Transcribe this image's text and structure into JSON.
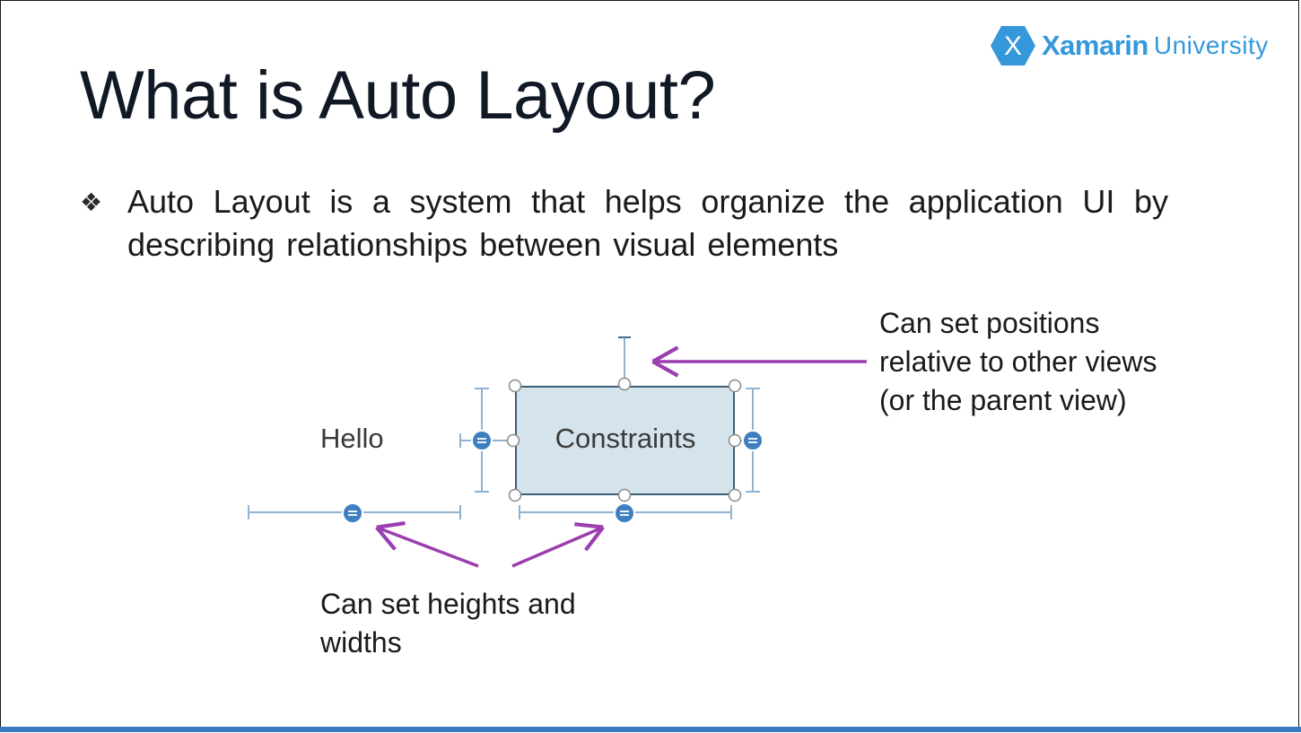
{
  "slide": {
    "title": "What is Auto Layout?",
    "bullet_symbol": "❖",
    "bullet_text": "Auto Layout is a system that helps organize the application UI by describing relationships between visual elements"
  },
  "logo": {
    "mark_letter": "X",
    "brand": "Xamarin",
    "suffix": "University"
  },
  "diagram": {
    "hello_label": "Hello",
    "constraints_label": "Constraints",
    "equal_symbol": "="
  },
  "callouts": {
    "positions": "Can set positions relative to other views  (or the parent view)",
    "sizes": "Can set heights and widths"
  },
  "colors": {
    "title": "#111826",
    "brand_blue": "#3498db",
    "arrow_purple": "#9b3fb0",
    "box_fill": "#d5e3ec",
    "guide_blue": "#8fb3d0",
    "footer_bar": "#3a78c2"
  }
}
